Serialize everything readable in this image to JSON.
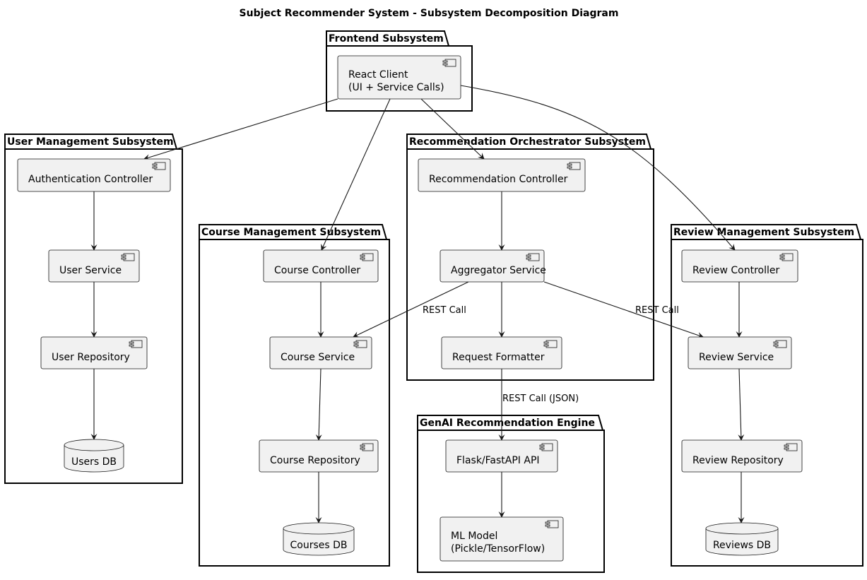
{
  "title": "Subject Recommender System - Subsystem Decomposition Diagram",
  "packages": {
    "frontend": "Frontend Subsystem",
    "user": "User Management Subsystem",
    "course": "Course Management Subsystem",
    "reco": "Recommendation Orchestrator Subsystem",
    "review": "Review Management Subsystem",
    "genai": "GenAI Recommendation Engine"
  },
  "components": {
    "react_client": [
      "React Client",
      "(UI + Service Calls)"
    ],
    "auth_controller": [
      "Authentication Controller"
    ],
    "user_service": [
      "User Service"
    ],
    "user_repository": [
      "User Repository"
    ],
    "users_db": [
      "Users DB"
    ],
    "course_controller": [
      "Course Controller"
    ],
    "course_service": [
      "Course Service"
    ],
    "course_repository": [
      "Course Repository"
    ],
    "courses_db": [
      "Courses DB"
    ],
    "reco_controller": [
      "Recommendation Controller"
    ],
    "aggregator_service": [
      "Aggregator Service"
    ],
    "request_formatter": [
      "Request Formatter"
    ],
    "review_controller": [
      "Review Controller"
    ],
    "review_service": [
      "Review Service"
    ],
    "review_repository": [
      "Review Repository"
    ],
    "reviews_db": [
      "Reviews DB"
    ],
    "flask_api": [
      "Flask/FastAPI API"
    ],
    "ml_model": [
      "ML Model",
      "(Pickle/TensorFlow)"
    ]
  },
  "edges": [
    {
      "from": "react_client",
      "to": "auth_controller",
      "label": ""
    },
    {
      "from": "react_client",
      "to": "course_controller",
      "label": ""
    },
    {
      "from": "react_client",
      "to": "reco_controller",
      "label": ""
    },
    {
      "from": "react_client",
      "to": "review_controller",
      "label": ""
    },
    {
      "from": "auth_controller",
      "to": "user_service",
      "label": ""
    },
    {
      "from": "user_service",
      "to": "user_repository",
      "label": ""
    },
    {
      "from": "user_repository",
      "to": "users_db",
      "label": ""
    },
    {
      "from": "course_controller",
      "to": "course_service",
      "label": ""
    },
    {
      "from": "course_service",
      "to": "course_repository",
      "label": ""
    },
    {
      "from": "course_repository",
      "to": "courses_db",
      "label": ""
    },
    {
      "from": "reco_controller",
      "to": "aggregator_service",
      "label": ""
    },
    {
      "from": "aggregator_service",
      "to": "request_formatter",
      "label": ""
    },
    {
      "from": "aggregator_service",
      "to": "course_service",
      "label": "REST Call"
    },
    {
      "from": "aggregator_service",
      "to": "review_service",
      "label": "REST Call"
    },
    {
      "from": "request_formatter",
      "to": "flask_api",
      "label": "REST Call (JSON)"
    },
    {
      "from": "flask_api",
      "to": "ml_model",
      "label": ""
    },
    {
      "from": "review_controller",
      "to": "review_service",
      "label": ""
    },
    {
      "from": "review_service",
      "to": "review_repository",
      "label": ""
    },
    {
      "from": "review_repository",
      "to": "reviews_db",
      "label": ""
    }
  ]
}
